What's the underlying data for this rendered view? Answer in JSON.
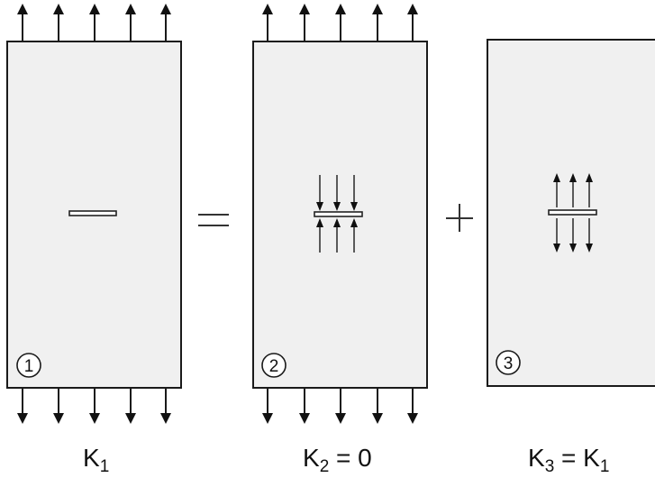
{
  "panels": [
    {
      "id": "1",
      "number": "1",
      "k": "K",
      "sub": "1",
      "rest": ""
    },
    {
      "id": "2",
      "number": "2",
      "k": "K",
      "sub": "2",
      "rest": " = 0"
    },
    {
      "id": "3",
      "number": "3",
      "k": "K",
      "sub": "3",
      "rest": " = K",
      "sub2": "1"
    }
  ],
  "operators": [
    "equals",
    "plus"
  ]
}
